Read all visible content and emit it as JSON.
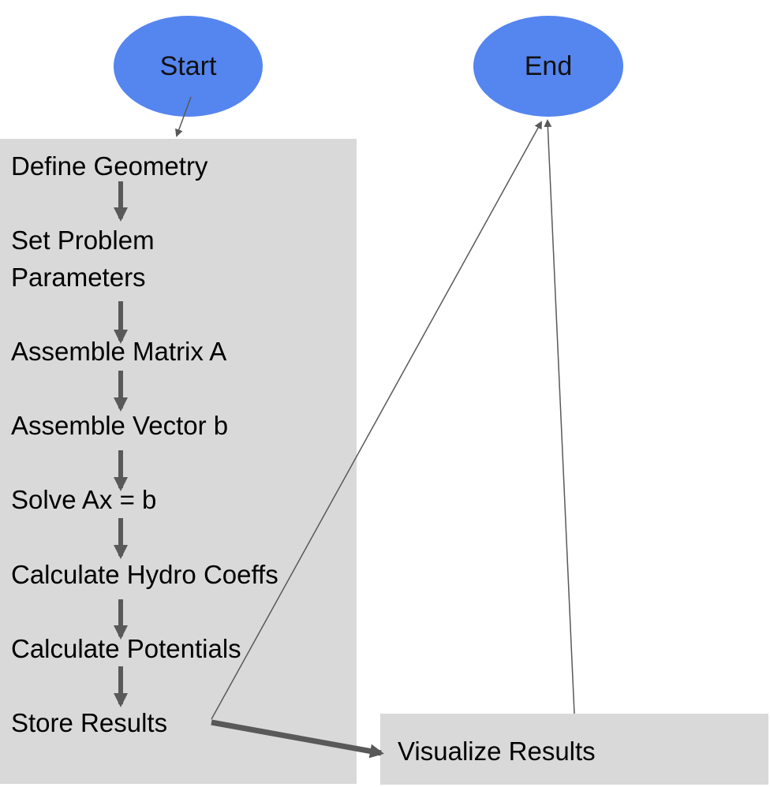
{
  "diagram": {
    "start_label": "Start",
    "end_label": "End",
    "steps": [
      "Define Geometry",
      "Set Problem\nParameters",
      "Assemble Matrix A",
      "Assemble Vector b",
      "Solve Ax = b",
      "Calculate Hydro Coeffs",
      "Calculate Potentials",
      "Store Results"
    ],
    "visualize_label": "Visualize Results"
  },
  "colors": {
    "oval_fill": "#5585ef",
    "panel_fill": "#d9d9d9",
    "arrow_color": "#595959"
  }
}
